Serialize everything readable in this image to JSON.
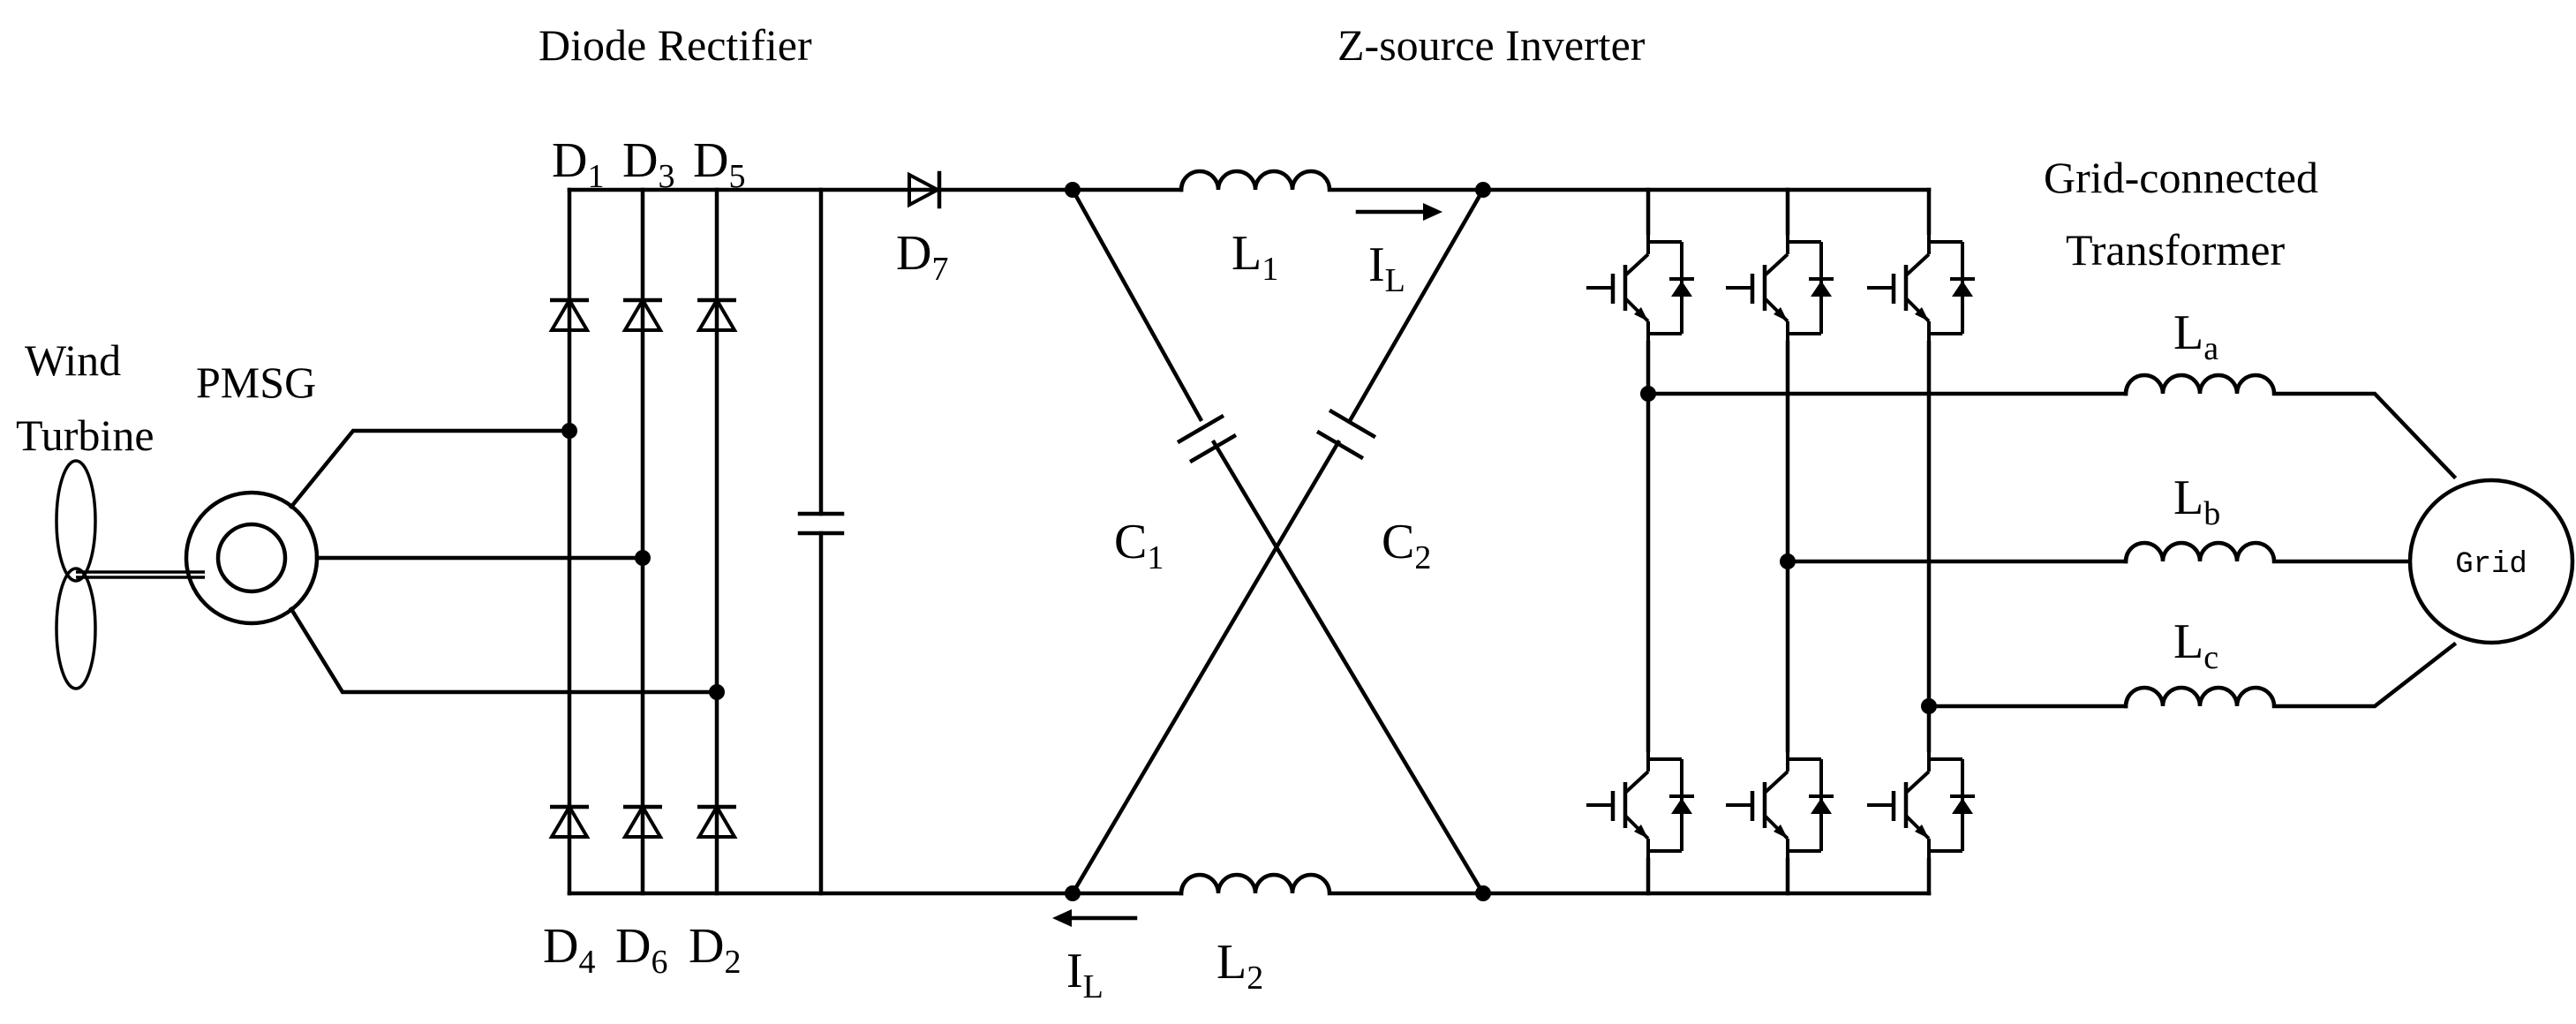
{
  "titles": {
    "rectifier": "Diode Rectifier",
    "inverter": "Z-source Inverter",
    "transformer_line1": "Grid-connected",
    "transformer_line2": "Transformer"
  },
  "source": {
    "turbine_line1": "Wind",
    "turbine_line2": "Turbine",
    "generator": "PMSG"
  },
  "diodes": {
    "top": [
      {
        "main": "D",
        "sub": "1"
      },
      {
        "main": "D",
        "sub": "3"
      },
      {
        "main": "D",
        "sub": "5"
      }
    ],
    "bottom": [
      {
        "main": "D",
        "sub": "4"
      },
      {
        "main": "D",
        "sub": "6"
      },
      {
        "main": "D",
        "sub": "2"
      }
    ],
    "series": {
      "main": "D",
      "sub": "7"
    }
  },
  "z_network": {
    "L1": {
      "main": "L",
      "sub": "1"
    },
    "L2": {
      "main": "L",
      "sub": "2"
    },
    "C1": {
      "main": "C",
      "sub": "1"
    },
    "C2": {
      "main": "C",
      "sub": "2"
    },
    "current_top": {
      "main": "I",
      "sub": "L"
    },
    "current_bottom": {
      "main": "I",
      "sub": "L"
    }
  },
  "filters": {
    "La": {
      "main": "L",
      "sub": "a"
    },
    "Lb": {
      "main": "L",
      "sub": "b"
    },
    "Lc": {
      "main": "L",
      "sub": "c"
    }
  },
  "grid": {
    "label": "Grid"
  }
}
